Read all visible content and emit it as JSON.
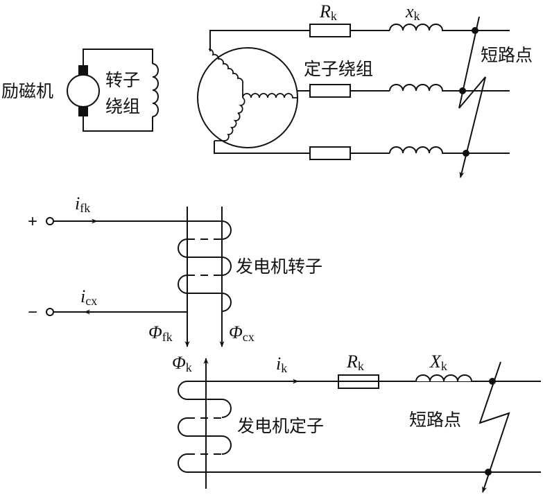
{
  "top": {
    "exciter_label": "励磁机",
    "rotor_winding_label": [
      "转子",
      "绕组"
    ],
    "stator_winding_label": "定子绕组",
    "resistor_label": {
      "symbol": "R",
      "sub": "k"
    },
    "reactance_label": {
      "symbol": "x",
      "sub": "k"
    },
    "short_point_label": "短路点"
  },
  "bottom": {
    "plus_terminal": "+",
    "minus_terminal": "−",
    "i_fk": {
      "symbol": "i",
      "sub": "fk"
    },
    "i_cx": {
      "symbol": "i",
      "sub": "cx"
    },
    "phi_fk": {
      "symbol": "Φ",
      "sub": "fk"
    },
    "phi_cx": {
      "symbol": "Φ",
      "sub": "cx"
    },
    "phi_k": {
      "symbol": "Φ",
      "sub": "k"
    },
    "i_k": {
      "symbol": "i",
      "sub": "k"
    },
    "resistor_label": {
      "symbol": "R",
      "sub": "k"
    },
    "reactance_label": {
      "symbol": "X",
      "sub": "k"
    },
    "rotor_label": "发电机转子",
    "stator_label": "发电机定子",
    "short_point_label": "短路点"
  }
}
